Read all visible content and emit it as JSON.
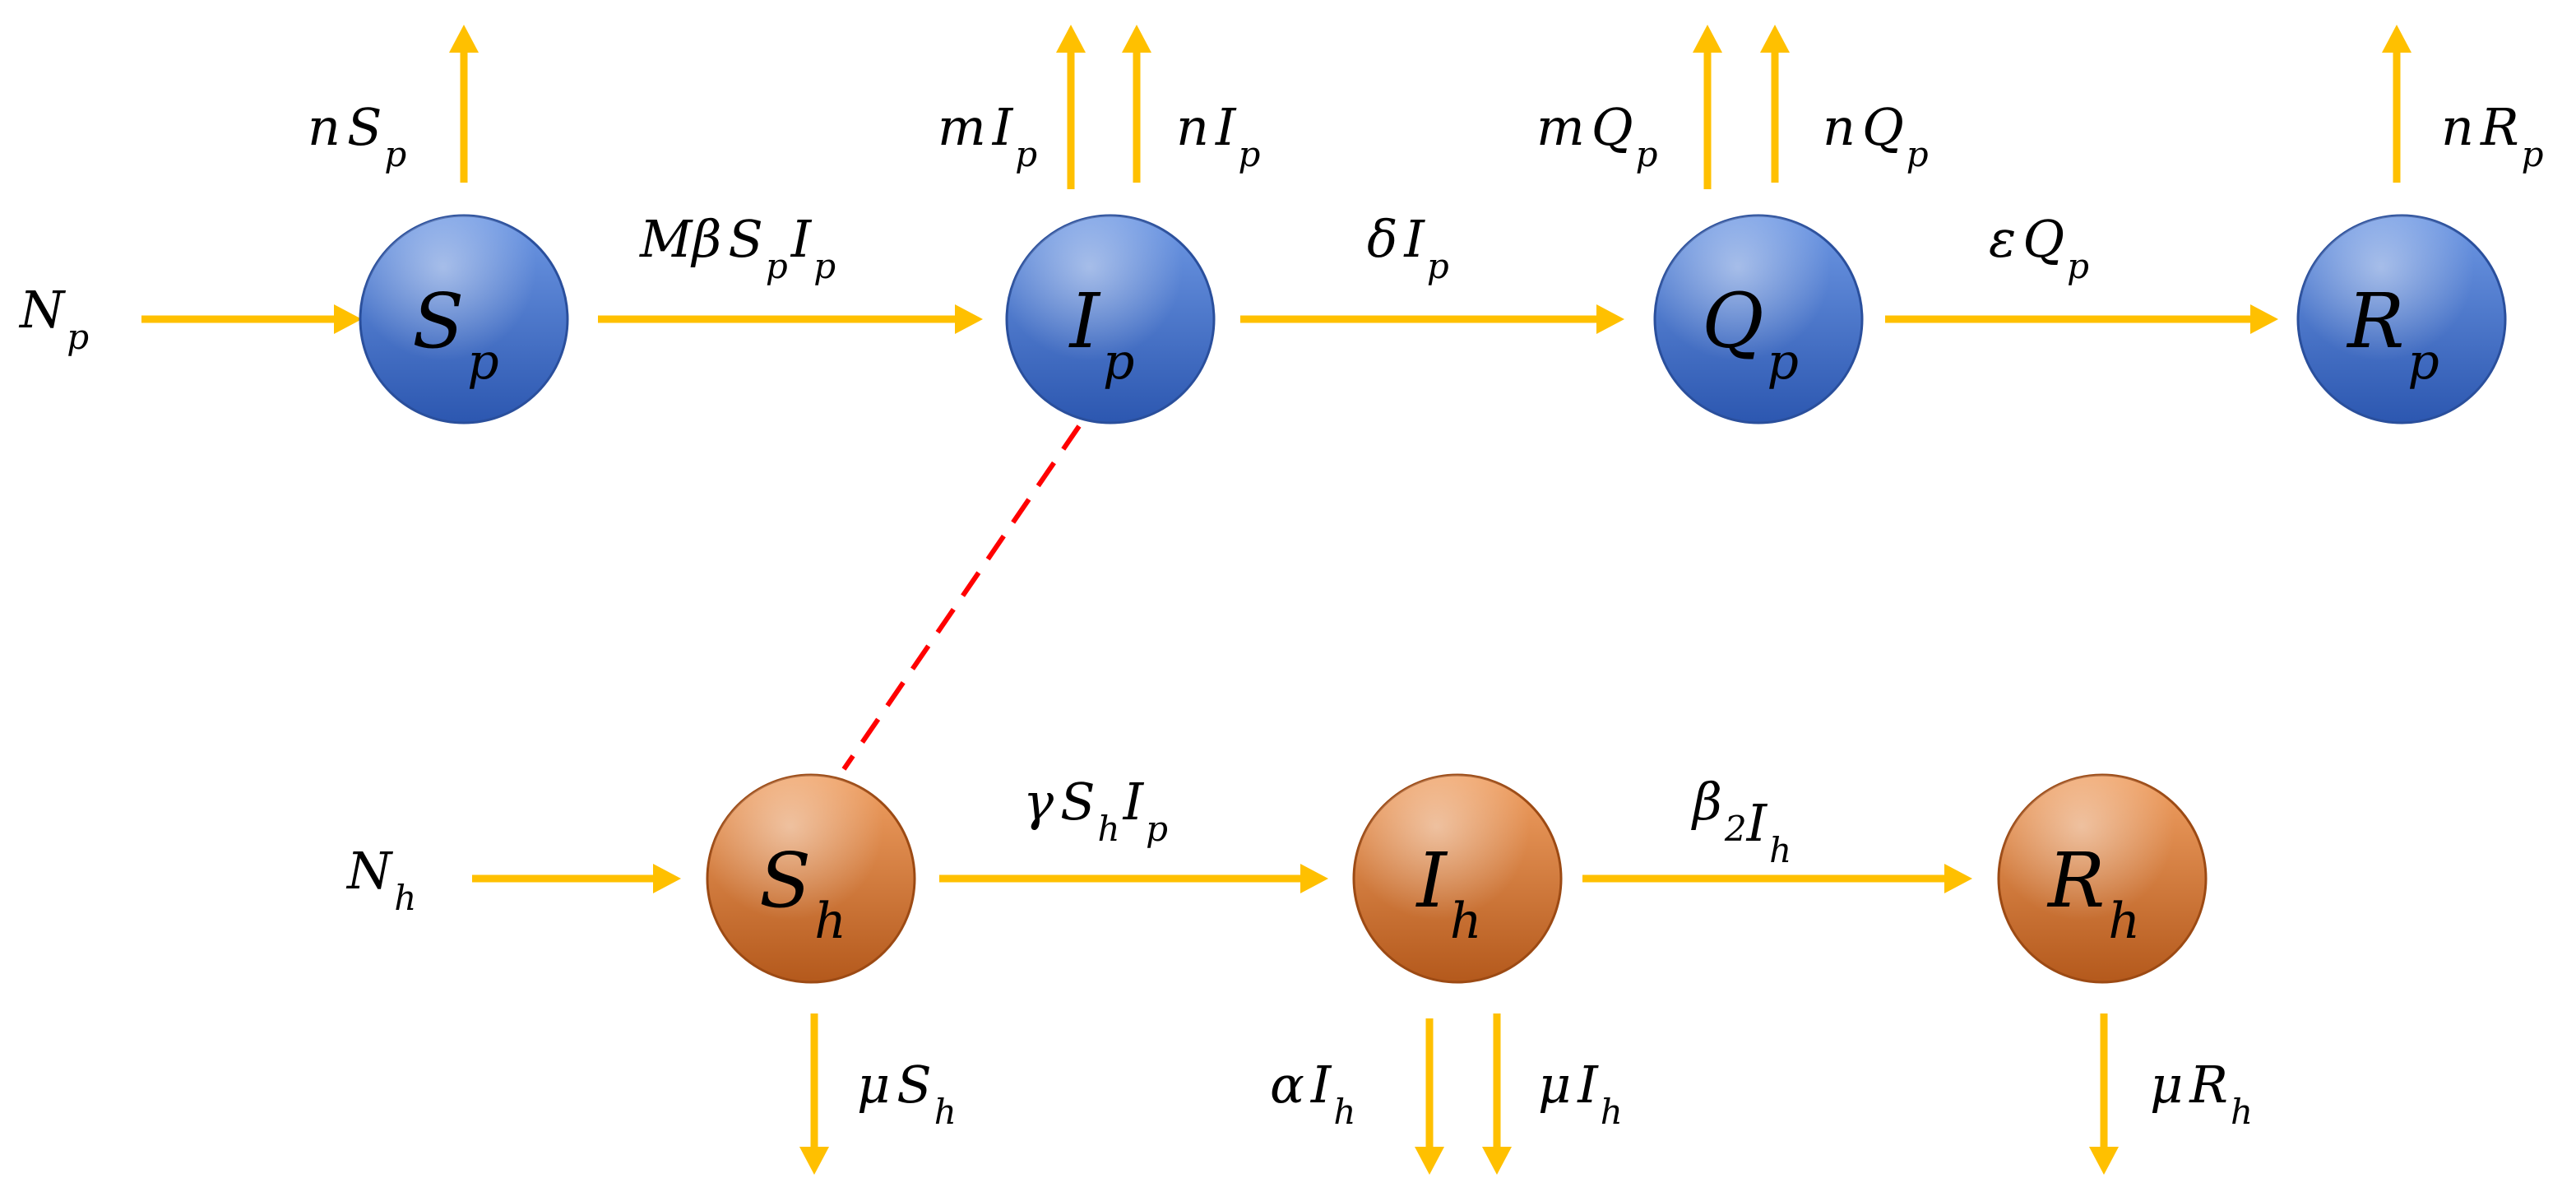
{
  "colors": {
    "arrow": "#FFC000",
    "plant_node_top": "#6E98E4",
    "plant_node_bottom": "#2C57B0",
    "human_node_top": "#F0A063",
    "human_node_bottom": "#B4591C",
    "link": "#FF0000",
    "text": "#000000"
  },
  "nodes": {
    "S_p": {
      "main": "S",
      "sub": "p",
      "group": "plant"
    },
    "I_p": {
      "main": "I",
      "sub": "p",
      "group": "plant"
    },
    "Q_p": {
      "main": "Q",
      "sub": "p",
      "group": "plant"
    },
    "R_p": {
      "main": "R",
      "sub": "p",
      "group": "plant"
    },
    "S_h": {
      "main": "S",
      "sub": "h",
      "group": "human"
    },
    "I_h": {
      "main": "I",
      "sub": "h",
      "group": "human"
    },
    "R_h": {
      "main": "R",
      "sub": "h",
      "group": "human"
    }
  },
  "labels": {
    "N_p": {
      "main": "N",
      "sub": "p"
    },
    "N_h": {
      "main": "N",
      "sub": "h"
    },
    "MbetaSpIp": {
      "pre": "Mβ",
      "a": "S",
      "asub": "p",
      "b": "I",
      "bsub": "p"
    },
    "deltaIp": {
      "pre": "δ",
      "a": "I",
      "asub": "p"
    },
    "epsQp": {
      "pre": "ε",
      "a": "Q",
      "asub": "p"
    },
    "nSp": {
      "pre": "n",
      "a": "S",
      "asub": "p"
    },
    "mIp": {
      "pre": "m",
      "a": "I",
      "asub": "p"
    },
    "nIp": {
      "pre": "n",
      "a": "I",
      "asub": "p"
    },
    "mQp": {
      "pre": "m",
      "a": "Q",
      "asub": "p"
    },
    "nQp": {
      "pre": "n",
      "a": "Q",
      "asub": "p"
    },
    "nRp": {
      "pre": "n",
      "a": "R",
      "asub": "p"
    },
    "gammaShIp": {
      "pre": "γ",
      "a": "S",
      "asub": "h",
      "b": "I",
      "bsub": "p"
    },
    "beta2Ih": {
      "pre": "β",
      "presub": "2",
      "a": "I",
      "asub": "h"
    },
    "muSh": {
      "pre": "μ",
      "a": "S",
      "asub": "h"
    },
    "alphaIh": {
      "pre": "α",
      "a": "I",
      "asub": "h"
    },
    "muIh": {
      "pre": "μ",
      "a": "I",
      "asub": "h"
    },
    "muRh": {
      "pre": "μ",
      "a": "R",
      "asub": "h"
    }
  }
}
